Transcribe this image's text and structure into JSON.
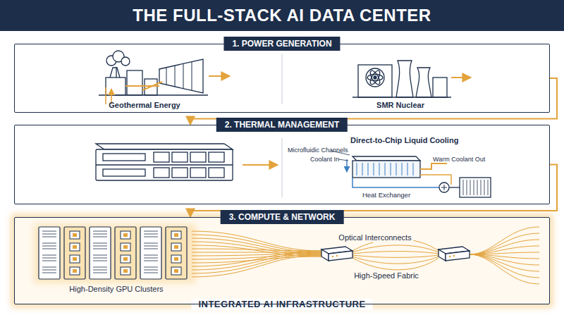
{
  "diagram": {
    "title": "THE FULL-STACK AI DATA CENTER",
    "caption": "INTEGRATED AI INFRASTRUCTURE",
    "nodes": [
      {
        "text": [
          "1. POWER GENERATION"
        ]
      },
      {
        "text": [
          "2. THERMAL MANAGEMENT"
        ]
      },
      {
        "text": [
          "3. COMPUTE & NETWORK"
        ]
      }
    ],
    "edges": [
      {
        "from": 0,
        "to": 1,
        "arrow": "to"
      },
      {
        "from": 1,
        "to": 2,
        "arrow": "to"
      }
    ],
    "labels": [
      "Geothermal Energy",
      "SMR Nuclear",
      "Direct-to-Chip Liquid Cooling",
      "Microfluidic Channels",
      "Coolant In",
      "Warm Coolant Out",
      "Heat Exchanger",
      "High-Density GPU Clusters",
      "Optical Interconnects",
      "High-Speed Fabric"
    ]
  }
}
